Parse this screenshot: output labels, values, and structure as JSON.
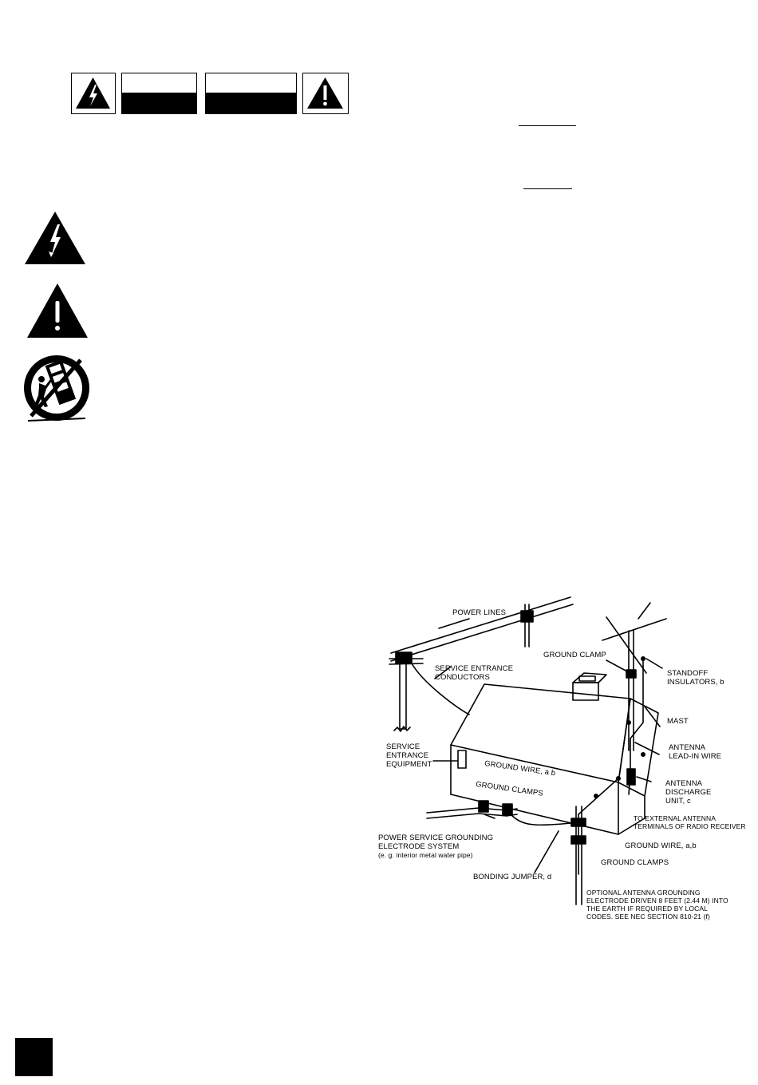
{
  "header": {
    "icons": [
      "lightning-triangle-icon",
      "exclamation-triangle-icon"
    ]
  },
  "symbols": [
    "lightning-triangle-icon",
    "exclamation-triangle-icon",
    "no-cart-tipover-icon"
  ],
  "diagram": {
    "labels": {
      "power_lines": "POWER LINES",
      "service_entrance_conductors_1": "SERVICE ENTRANCE",
      "service_entrance_conductors_2": "CONDUCTORS",
      "ground_clamp": "GROUND CLAMP",
      "standoff_1": "STANDOFF",
      "standoff_2": "INSULATORS, b",
      "mast": "MAST",
      "antenna_leadin_1": "ANTENNA",
      "antenna_leadin_2": "LEAD-IN WIRE",
      "service_equipment_1": "SERVICE",
      "service_equipment_2": "ENTRANCE",
      "service_equipment_3": "EQUIPMENT",
      "ground_wire_ab_1": "GROUND WIRE, a b",
      "ground_clamps_1": "GROUND CLAMPS",
      "discharge_1": "ANTENNA",
      "discharge_2": "DISCHARGE",
      "discharge_3": "UNIT, c",
      "external_1": "TO EXTERNAL ANTENNA",
      "external_2": "TERMINALS OF RADIO RECEIVER",
      "power_grounding_1": "POWER SERVICE GROUNDING",
      "power_grounding_2": "ELECTRODE SYSTEM",
      "power_grounding_3": "(e. g. interior metal water pipe)",
      "ground_wire_ab_2": "GROUND WIRE, a,b",
      "ground_clamps_2": "GROUND CLAMPS",
      "bonding_jumper": "BONDING JUMPER, d",
      "optional_1": "OPTIONAL ANTENNA GROUNDING",
      "optional_2": "ELECTRODE DRIVEN 8 FEET (2.44 M) INTO",
      "optional_3": "THE EARTH IF REQUIRED BY LOCAL",
      "optional_4": "CODES. SEE NEC SECTION 810-21 (f)"
    }
  },
  "colors": {
    "ink": "#000000",
    "paper": "#ffffff"
  }
}
